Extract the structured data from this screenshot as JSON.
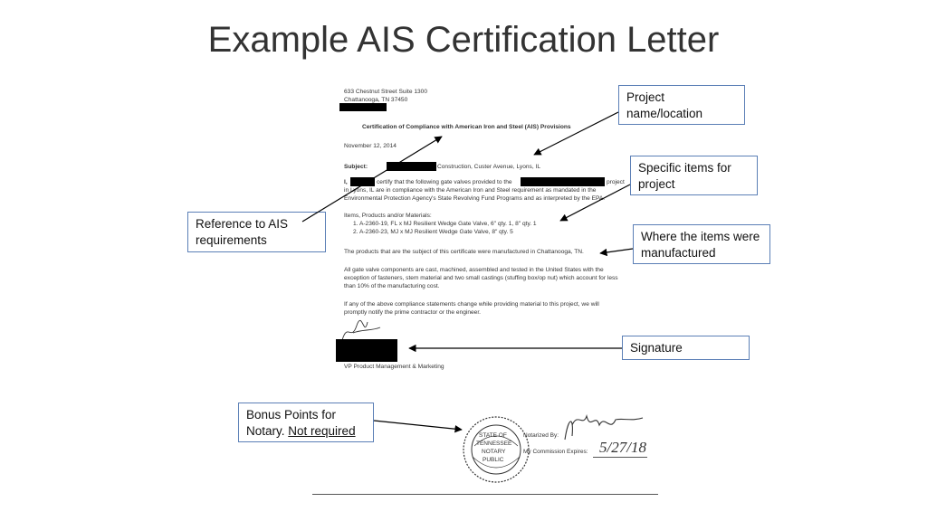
{
  "title": "Example AIS Certification Letter",
  "letter": {
    "address_line1": "633 Chestnut Street Suite 1300",
    "address_line2": "Chattanooga, TN  37450",
    "heading": "Certification of Compliance with American Iron and Steel (AIS) Provisions",
    "date": "November 12, 2014",
    "subject_label": "Subject:",
    "subject_text": "Construction, Custer Avenue, Lyons, IL",
    "body1_a": "I,",
    "body1_b": "certify that the following gate valves provided to the",
    "body1_c": "project",
    "body2": "in Lyons, IL are in compliance with the American Iron and Steel requirement as mandated in the",
    "body3": "Environmental Protection Agency's State Revolving Fund Programs and as interpreted by the EPA.",
    "items_label": "Items, Products and/or Materials:",
    "item1": "1.    A-2360-19, FL x MJ Resilient Wedge Gate Valve, 6\" qty. 1, 8\" qty. 1",
    "item2": "2.    A-2360-23, MJ x MJ Resilient Wedge Gate Valve, 8\" qty. 5",
    "manufactured": "The products that are the subject of this certificate were manufactured in Chattanooga, TN.",
    "comp1": "All gate valve components are cast, machined, assembled and tested in the United States with the",
    "comp2": "exception of fasteners, stem material and two small castings (stuffing box/op nut) which account for less",
    "comp3": "than 10% of the manufacturing cost.",
    "change1": "If any of the above compliance statements change while providing material to this project, we will",
    "change2": "promptly notify the prime contractor or the engineer.",
    "signer_title": "VP Product Management & Marketing",
    "notarized_by": "Notarized By:",
    "commission": "My Commission Expires:",
    "commission_date": "5/27/18",
    "stamp_lines": [
      "STATE OF",
      "TENNESSEE",
      "NOTARY",
      "PUBLIC"
    ]
  },
  "callouts": {
    "project": "Project name/location",
    "specific": "Specific items for project",
    "reference": "Reference to AIS requirements",
    "where": "Where the items were manufactured",
    "signature": "Signature",
    "bonus_a": "Bonus Points for Notary.",
    "bonus_b": "Not required"
  }
}
